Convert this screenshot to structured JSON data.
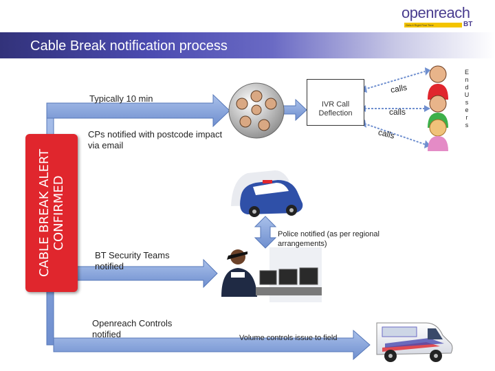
{
  "brand": {
    "logo": "openreach",
    "tagline": "Gets it Right First Time",
    "bt": "BT"
  },
  "title": "Cable Break notification process",
  "alert": {
    "line1": "CABLE BREAK ALERT",
    "line2": "CONFIRMED"
  },
  "labels": {
    "typical": "Typically 10 min",
    "cps": "CPs notified with postcode impact via email",
    "ivr": "IVR Call Deflection",
    "police": "Police notified (as per regional arrangements)",
    "security": "BT Security Teams notified",
    "controls": "Openreach Controls notified",
    "volume": "Volume controls issue to field",
    "end_users": "End Users"
  },
  "calls": [
    "calls",
    "calls",
    "calls"
  ],
  "colors": {
    "alert": "#e0262d",
    "arrow": "#7a9ad6",
    "arrow_edge": "#5677b8",
    "header": "#4b4bb0"
  },
  "icons": [
    "people-group-icon",
    "police-car-icon",
    "security-guard-icon",
    "openreach-van-icon",
    "user-red-icon",
    "user-green-icon",
    "user-pink-icon"
  ]
}
